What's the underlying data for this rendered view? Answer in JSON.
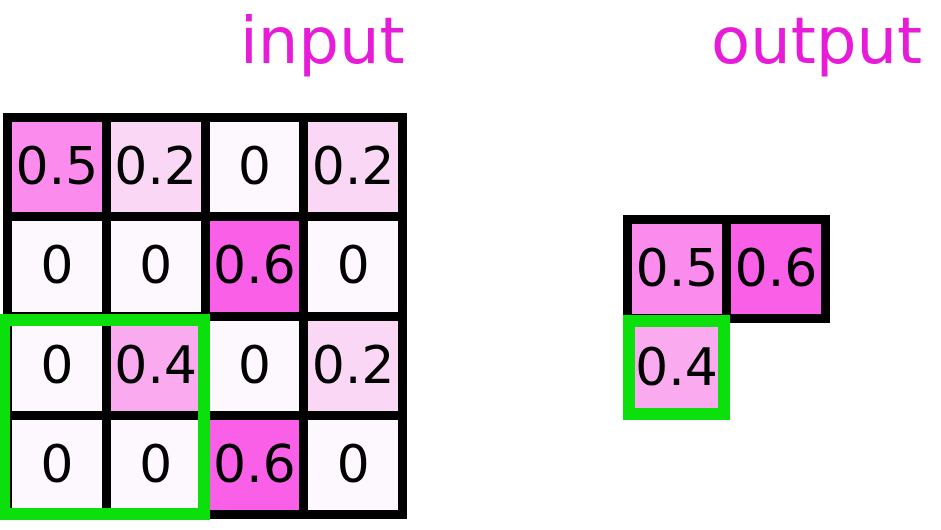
{
  "titles": {
    "input": "input",
    "output": "output"
  },
  "input_grid": {
    "rows": [
      [
        "0.5",
        "0.2",
        "0",
        "0.2"
      ],
      [
        "0",
        "0",
        "0.6",
        "0"
      ],
      [
        "0",
        "0.4",
        "0",
        "0.2"
      ],
      [
        "0",
        "0",
        "0.6",
        "0"
      ]
    ]
  },
  "output_grid": {
    "cells": [
      "0.5",
      "0.6",
      "0.4"
    ]
  },
  "colors": {
    "title": "#E61CD8",
    "highlight_green": "#0CE00C",
    "grid_line": "#000000",
    "number_text": "#000000",
    "cell_values": {
      "0": "#FDF8FD",
      "0.2": "#FBD7F6",
      "0.4": "#FAAAEF",
      "0.5": "#FB8CEE",
      "0.6": "#F95FE7"
    }
  }
}
